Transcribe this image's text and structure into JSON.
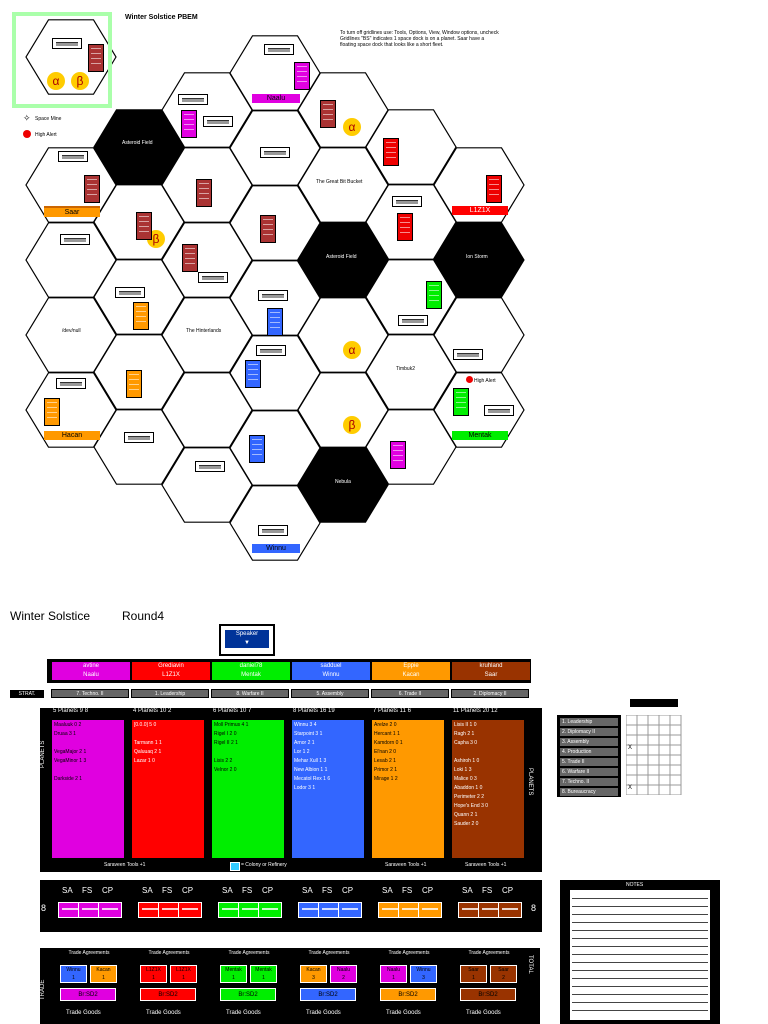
{
  "map": {
    "title": "Winter Solstice PBEM",
    "notes": "To turn off gridlines use: Tools, Options, View, Window options, uncheck Gridlines \"BS\" indicates 1 space dock is on a planet. Saar have a floating space dock that looks like a short fleet.",
    "legend_space_mine": "Space Mine",
    "legend_high_alert": "High Alert",
    "labels": {
      "asteroid_1": "Asteroid Field",
      "asteroid_2": "Asteroid Field",
      "ion_storm": "Ion Storm",
      "nebula": "Nebula",
      "great_bit_bucket": "The Great Bit Bucket",
      "hinterlands": "The Hinterlands",
      "devnull": "/dev/null",
      "timbuk": "Timbuk2",
      "high_alert": "High Alert"
    },
    "homes": {
      "naalu": "Naalu",
      "saar": "Saar",
      "l1z1x": "L1Z1X",
      "hacan": "Hacan",
      "mentak": "Mentak",
      "winnu": "Winnu"
    },
    "wormholes": {
      "alpha": "α",
      "beta": "β"
    }
  },
  "sheet": {
    "title": "Winter Solstice",
    "round": "Round4",
    "speaker_label": "Speaker",
    "strat_label": "STRAT.",
    "planets_side_label": "PLANETS",
    "trade_side_label": "TRADE",
    "total_label": "TOTAL",
    "bonus_title": "BONUS",
    "notes_title": "NOTES",
    "colony_note": "= Colony or Refinery",
    "sa_row_number": "8"
  },
  "players": [
    {
      "name": "avtine",
      "race": "Naalu",
      "color": "#e000e0",
      "strat": "7. Techno. II",
      "header": "5  Planets      9   8",
      "planets": [
        "Maaluuk   0  2",
        "Druaa      3  1",
        "",
        "VegaMajor  2  1",
        "VegaMinor  1  3",
        "",
        "Darkside   2  1"
      ],
      "bottom": "",
      "trade_label": "Trade Agreements",
      "trade": [
        {
          "race": "Winnu",
          "val": "1",
          "color": "#3366ff"
        },
        {
          "race": "Kacan",
          "val": "1",
          "color": "#ff9900"
        }
      ],
      "goods": "Br:SD2"
    },
    {
      "name": "Grediavin",
      "race": "L1Z1X",
      "color": "#ff0000",
      "strat": "1. Leadership",
      "header": "4  Planets     10   2",
      "planets": [
        "[0.0.0]    5  0",
        "",
        "Tarmann    1  1",
        "Qaluuaq    2  1",
        "Lazar      1  0"
      ],
      "bottom": "",
      "trade_label": "Trade Agreements",
      "trade": [
        {
          "race": "L1Z1X",
          "val": "1",
          "color": "#ff0000"
        },
        {
          "race": "L1Z1X",
          "val": "1",
          "color": "#ff0000"
        }
      ],
      "goods": "Br:SD2"
    },
    {
      "name": "daniel78",
      "race": "Mentak",
      "color": "#00ee00",
      "strat": "8. Warfare II",
      "header": "6  Planets     10   7",
      "planets": [
        "Moll Primus  4  1",
        "Rigel I      2  0",
        "Rigel II     2  1",
        "",
        "Lisis        2  2",
        "Velnor       2  0"
      ],
      "bottom": "",
      "trade_label": "Trade Agreements",
      "trade": [
        {
          "race": "Mentak",
          "val": "1",
          "color": "#00ee00"
        },
        {
          "race": "Mentak",
          "val": "1",
          "color": "#00ee00"
        }
      ],
      "goods": "Br:SD2"
    },
    {
      "name": "sadduel",
      "race": "Winnu",
      "color": "#3366ff",
      "strat": "5. Assembly",
      "header": "8  Planets     16  19",
      "planets": [
        "Winnu        3  4",
        "Starpoint    3  1",
        "Arnor        2  1",
        "Lor          1  2",
        "Mehar Xull   1  3",
        "New Albion   1  1",
        "Mecatol Rex  1  6",
        "Lodor        3  1"
      ],
      "bottom": "",
      "trade_label": "Trade Agreements",
      "trade": [
        {
          "race": "Kacan",
          "val": "3",
          "color": "#ff9900"
        },
        {
          "race": "Naalu",
          "val": "2",
          "color": "#e000e0"
        }
      ],
      "goods": "Br:SD2"
    },
    {
      "name": "Eppie",
      "race": "Kacan",
      "color": "#ff9900",
      "strat": "6. Trade II",
      "header": "7  Planets     11   6",
      "planets": [
        "Arelze      2  0",
        "Hercant     1  1",
        "Kamdorn     0  1",
        "El'nan      2  0",
        "Lesab       2  1",
        "Primor      2  1",
        "Mirage      1  2"
      ],
      "bottom": "Saraveen Tools +1",
      "trade_label": "Trade Agreements",
      "trade": [
        {
          "race": "Naalu",
          "val": "1",
          "color": "#e000e0"
        },
        {
          "race": "Winnu",
          "val": "3",
          "color": "#3366ff"
        }
      ],
      "goods": "Br:SD2"
    },
    {
      "name": "kruhland",
      "race": "Saar",
      "color": "#993300",
      "strat": "2. Diplomacy II",
      "header": "11 Planets     20  12",
      "planets": [
        "Lisis II    1  0",
        "Ragh        2  1",
        "Capha       3  0",
        "",
        "Ashiroh     1  0",
        "Loki        1  3",
        "Malice      0  3",
        "Abaddon     1  0",
        "Perimeter   2  2",
        "Hope's End  3  0",
        "Quann       2  1",
        "Sauder      2  0"
      ],
      "bottom": "Saraveen Tools +1",
      "trade_label": "Trade Agreements",
      "trade": [
        {
          "race": "Saar",
          "val": "1",
          "color": "#993300"
        },
        {
          "race": "Saar",
          "val": "2",
          "color": "#993300"
        }
      ],
      "goods": "Br:SD2"
    }
  ],
  "col_bottoms": {
    "first": "Saraveen Tools +1"
  },
  "sf_headers": [
    "SA",
    "FS",
    "CP"
  ],
  "bonus": {
    "items": [
      "1. Leadership",
      "2. Diplomacy II",
      "3. Assembly",
      "4. Production",
      "5. Trade II",
      "6. Warfare II",
      "7. Techno. II",
      "8. Bureaucracy"
    ],
    "mark": "X"
  },
  "trade_goods_label": "Trade Goods",
  "colors": {
    "black": "#000000",
    "hex_border": "#000000",
    "speaker": "#003399",
    "grey": "#666666"
  }
}
